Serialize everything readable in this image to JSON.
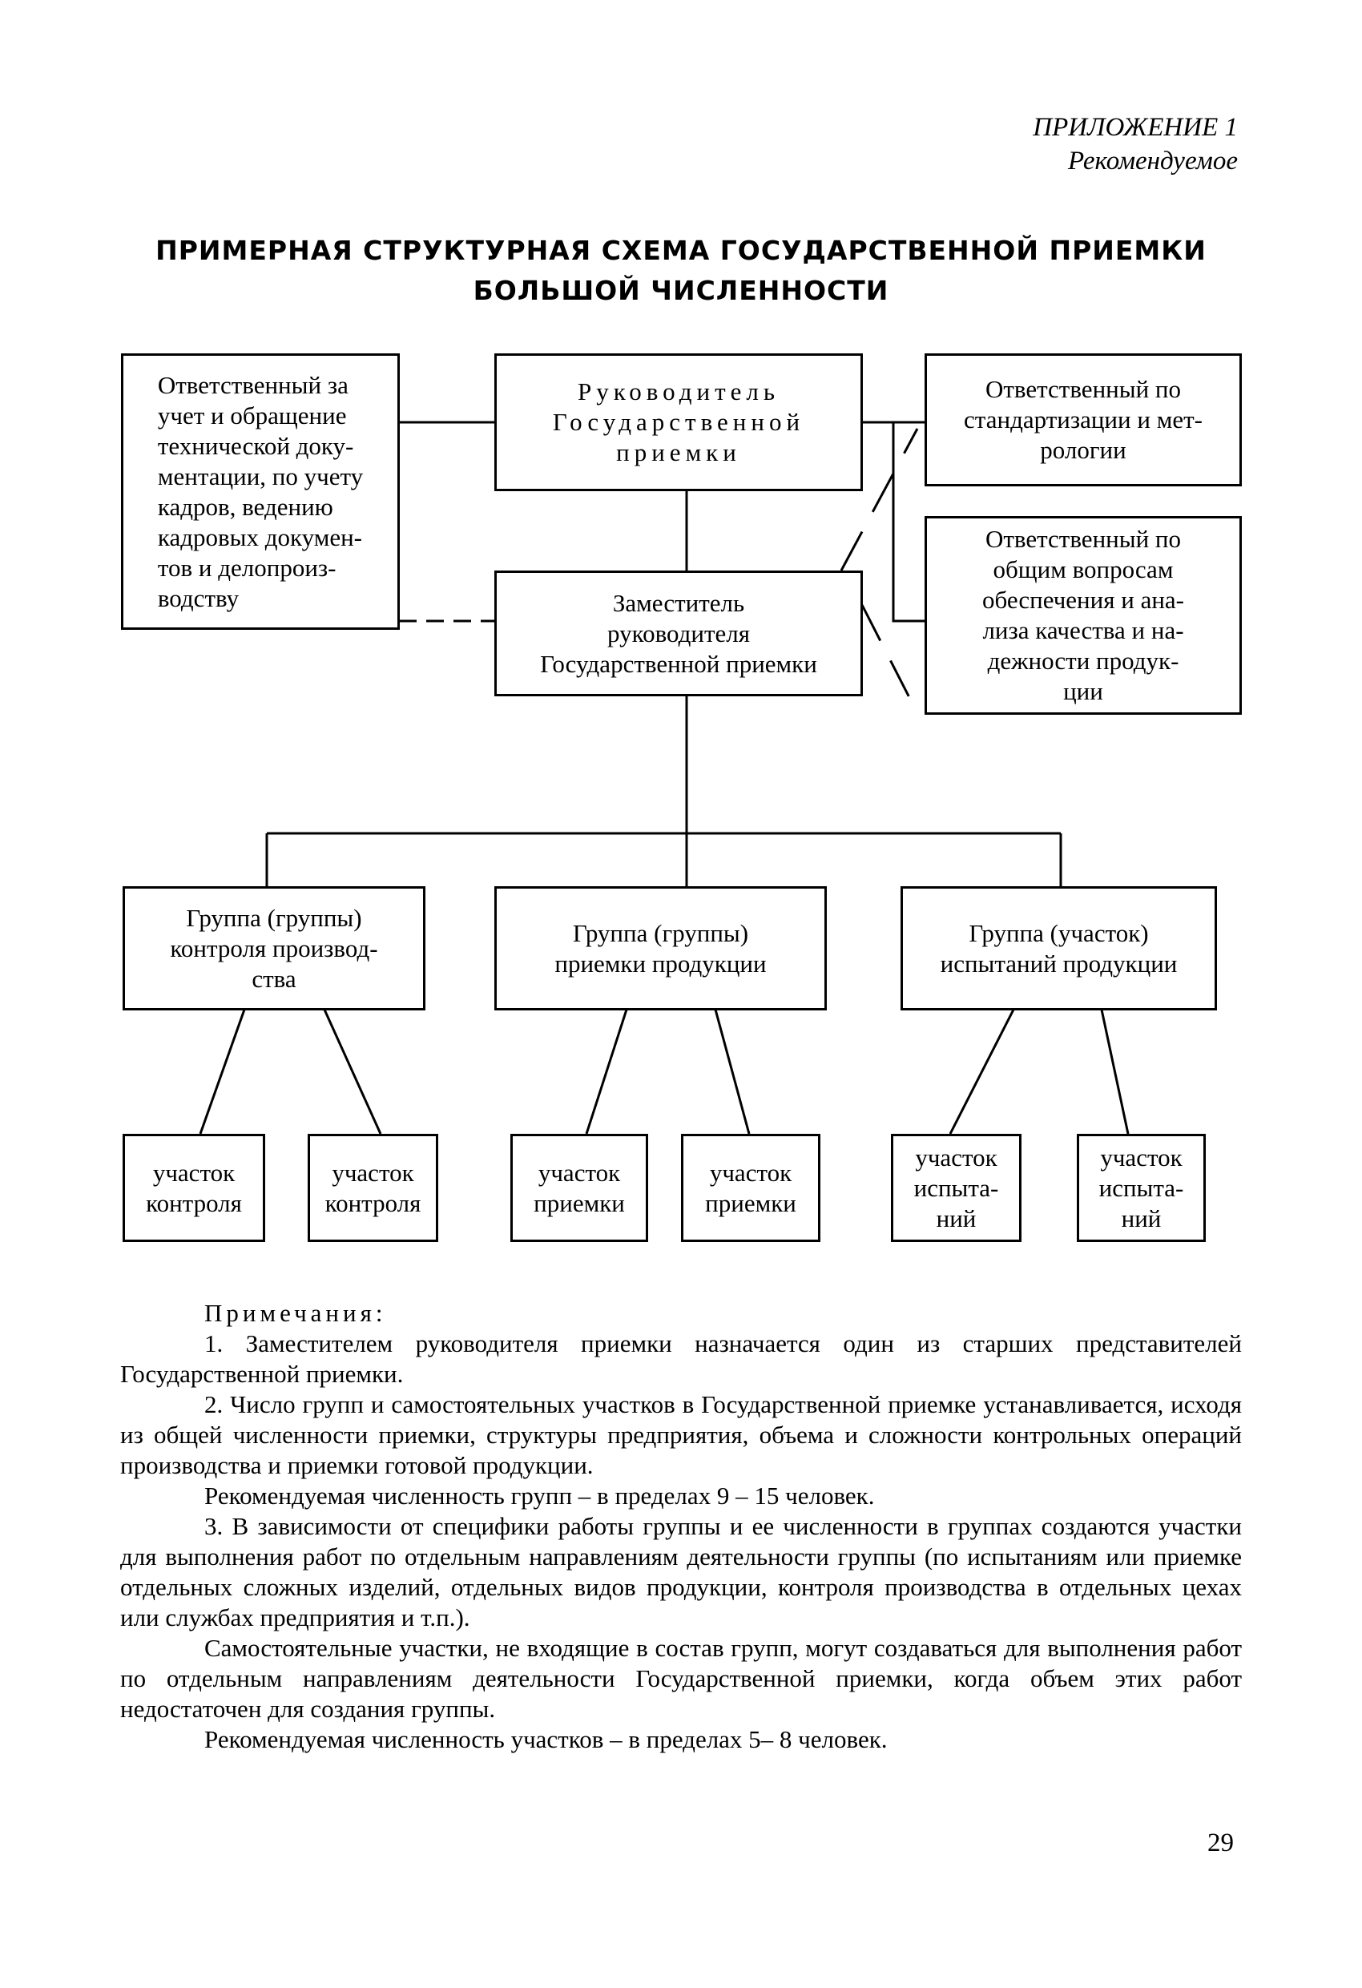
{
  "header": {
    "appendix": "ПРИЛОЖЕНИЕ 1",
    "status": "Рекомендуемое"
  },
  "title": {
    "line1": "ПРИМЕРНАЯ СТРУКТУРНАЯ СХЕМА ГОСУДАРСТВЕННОЙ ПРИЕМКИ",
    "line2": "БОЛЬШОЙ ЧИСЛЕННОСТИ"
  },
  "diagram": {
    "head": "Руководитель\nГосударственной\nприемки",
    "deputy": "Заместитель\nруководителя\nГосударственной приемки",
    "docs": "Ответственный за\nучет и обращение\nтехнической доку-\nментации, по учету\nкадров, ведению\nкадровых докумен-\nтов и делопроиз-\nводству",
    "standards": "Ответственный по\nстандартизации и мет-\nрологии",
    "quality": "Ответственный по\nобщим вопросам\nобеспечения и ана-\nлиза качества и на-\nдежности продук-\nции",
    "group_control": "Группа (группы)\nконтроля производ-\nства",
    "group_accept": "Группа (группы)\nприемки продукции",
    "group_test": "Группа (участок)\nиспытаний продукции",
    "sections": [
      "участок\nконтроля",
      "участок\nконтроля",
      "участок\nприемки",
      "участок\nприемки",
      "участок\nиспыта-\nний",
      "участок\nиспыта-\nний"
    ]
  },
  "notes": {
    "heading": "Примечания:",
    "items": [
      "1. Заместителем руководителя приемки назначается один из старших представителей Государственной приемки.",
      "2. Число групп и самостоятельных участков в Государственной приемке устанавливается, исходя из общей численности приемки, структуры предприятия, объема и сложности контрольных операций производства и приемки готовой продукции.",
      "Рекомендуемая численность групп – в пределах 9 – 15 человек.",
      "3. В зависимости от специфики работы группы и ее численности в группах создаются участки для выполнения работ по отдельным направлениям деятельности группы (по испытаниям или приемке отдельных сложных изделий, отдельных видов продукции, контроля производства в отдельных цехах или службах предприятия и т.п.).",
      "Самостоятельные участки, не входящие в состав групп, могут создаваться для выполнения работ по отдельным направлениям деятельности Государственной приемки, когда объем этих работ недостаточен для создания группы.",
      "Рекомендуемая численность участков – в пределах 5– 8 человек."
    ]
  },
  "page_number": "29"
}
